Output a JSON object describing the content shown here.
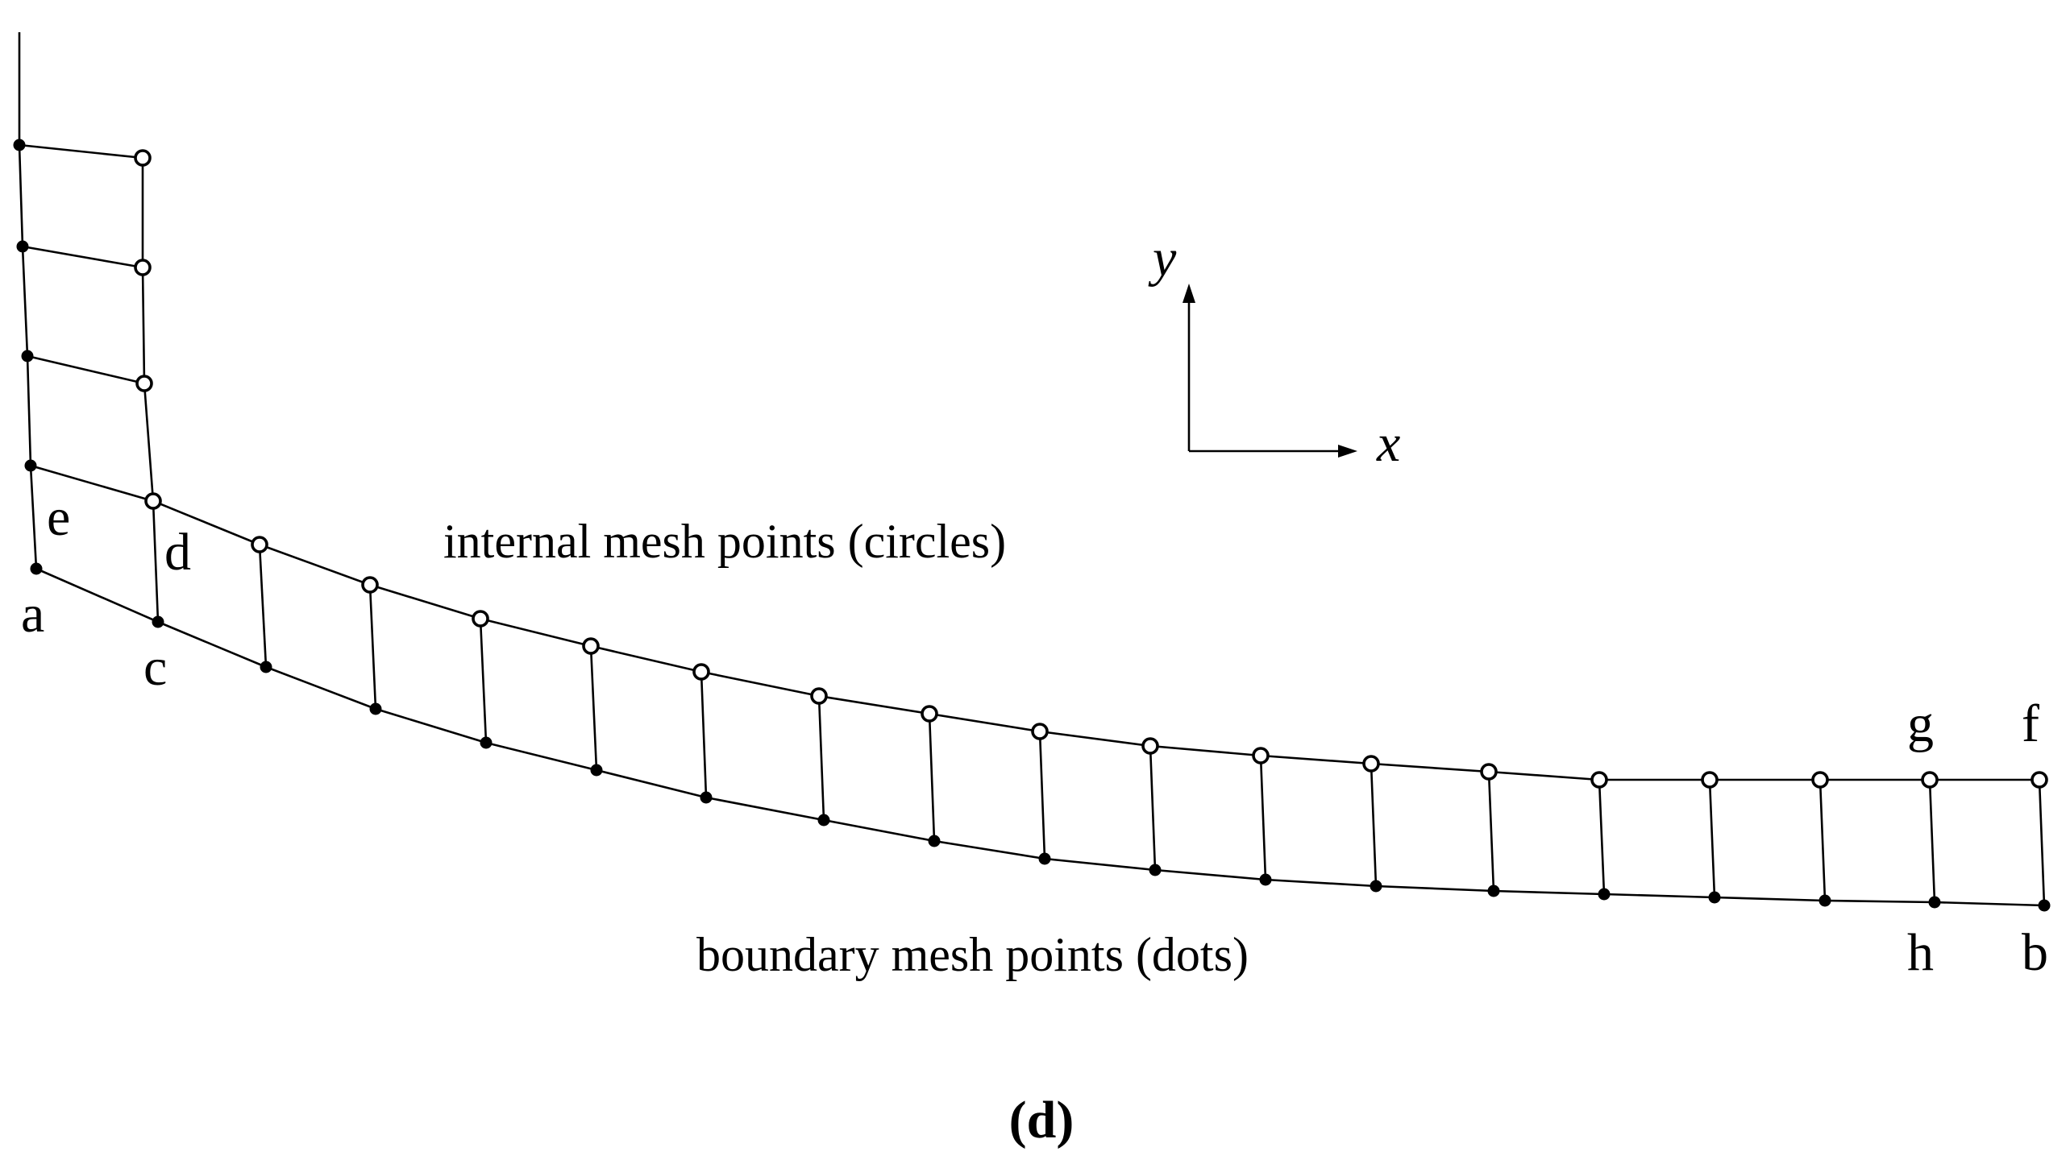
{
  "panel_label": "(d)",
  "captions": {
    "internal": "internal mesh points (circles)",
    "boundary": "boundary mesh points (dots)"
  },
  "axes": {
    "x": "x",
    "y": "y"
  },
  "point_labels": {
    "a": "a",
    "b": "b",
    "c": "c",
    "d": "d",
    "e": "e",
    "f": "f",
    "g": "g",
    "h": "h"
  },
  "colors": {
    "ink": "#000000",
    "background": "#ffffff"
  }
}
